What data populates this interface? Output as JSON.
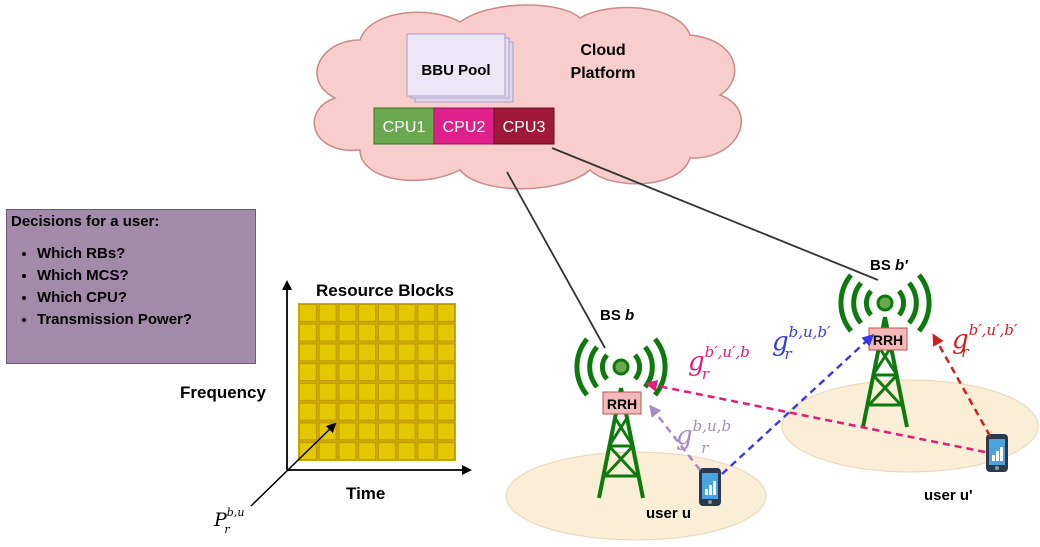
{
  "cloud": {
    "platform_label_line1": "Cloud",
    "platform_label_line2": "Platform",
    "bbu_label": "BBU Pool",
    "cpus": [
      {
        "label": "CPU1",
        "color": "#6aa84f"
      },
      {
        "label": "CPU2",
        "color": "#e0208a"
      },
      {
        "label": "CPU3",
        "color": "#a0183a"
      }
    ],
    "cloud_color": "#f8cecc"
  },
  "decisions": {
    "title": "Decisions for a user:",
    "items": [
      "Which RBs?",
      "Which MCS?",
      "Which CPU?",
      "Transmission Power?"
    ]
  },
  "resource_grid": {
    "title": "Resource Blocks",
    "y_label": "Frequency",
    "x_label": "Time",
    "rows": 8,
    "cols": 8,
    "cell_color": "#e3c800",
    "power_label_base": "P",
    "power_label_sup": "b,u",
    "power_label_sub": "r"
  },
  "base_stations": [
    {
      "label": "BS ",
      "id": "b",
      "rrh": "RRH"
    },
    {
      "label": "BS ",
      "id": "b′",
      "rrh": "RRH"
    }
  ],
  "users": [
    {
      "label": "user u"
    },
    {
      "label": "user u'"
    }
  ],
  "links": [
    {
      "base": "g",
      "sup": "b,u,b",
      "sub": "r",
      "color": "#a98ac2"
    },
    {
      "base": "g",
      "sup": "b,u,b′",
      "sub": "r",
      "color": "#3a3ae0"
    },
    {
      "base": "g",
      "sup": "b′,u′,b",
      "sub": "r",
      "color": "#e01d7a"
    },
    {
      "base": "g",
      "sup": "b′,u′,b′",
      "sub": "r",
      "color": "#d02020"
    }
  ]
}
